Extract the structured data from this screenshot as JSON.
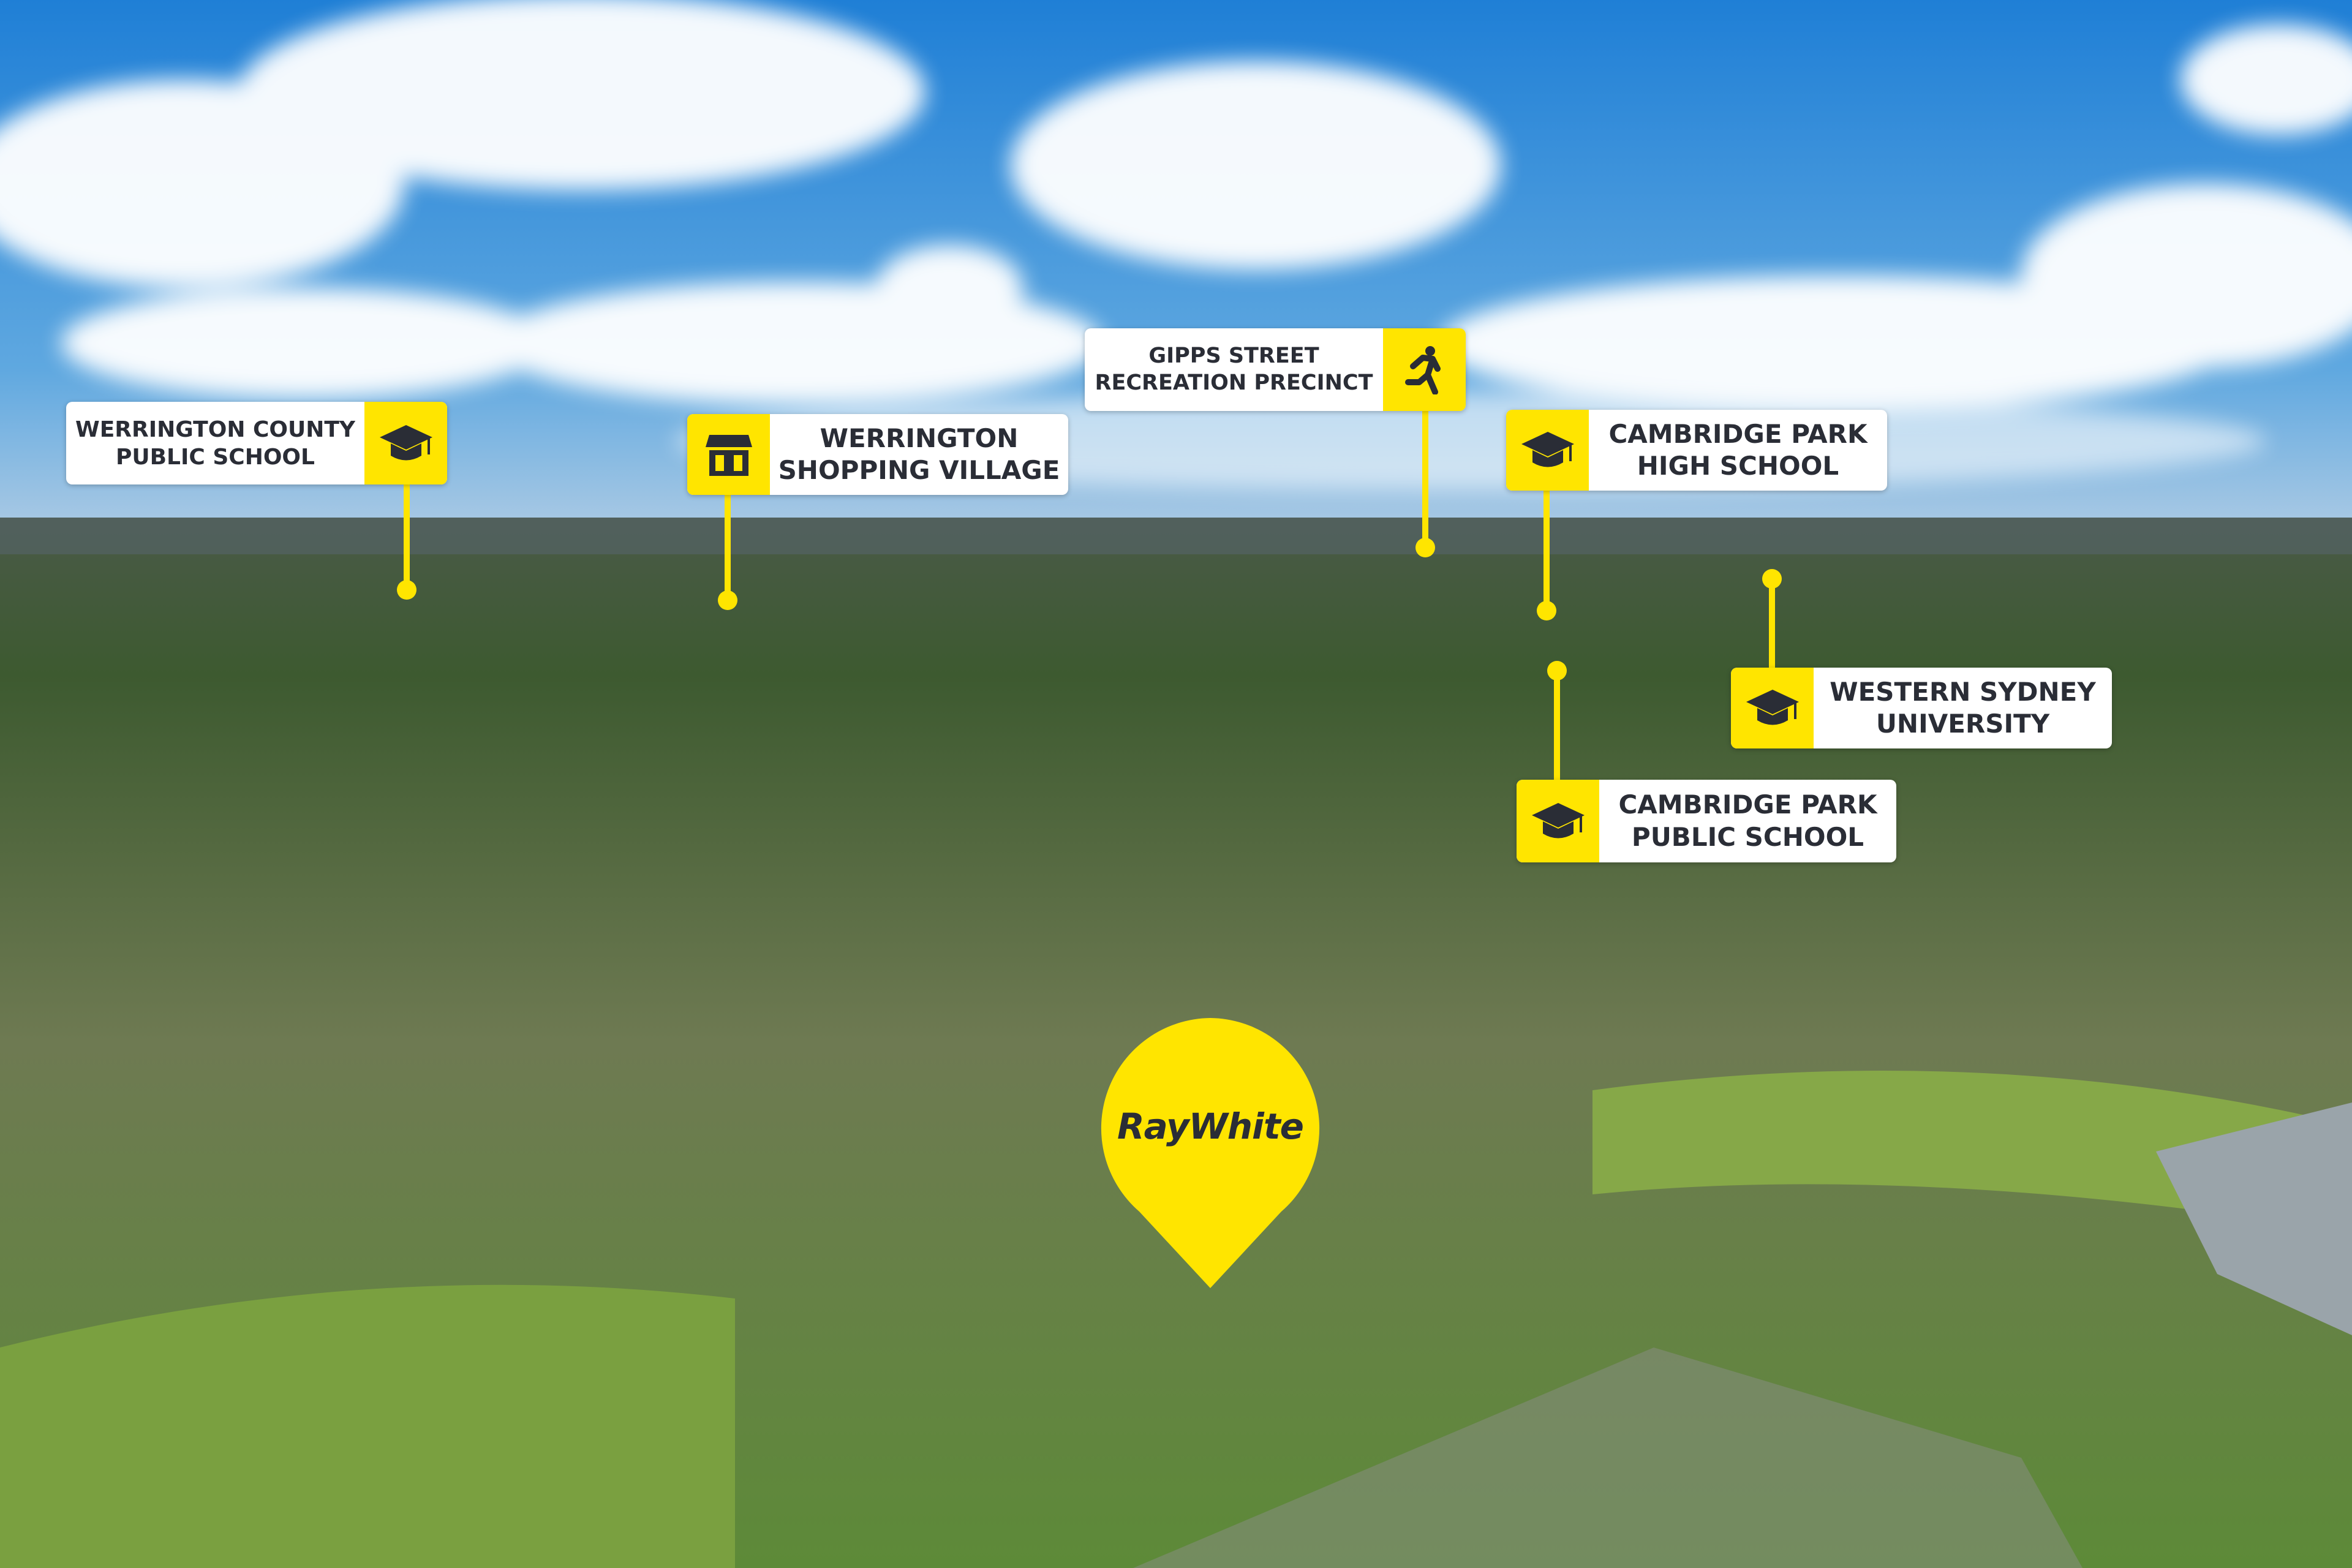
{
  "brand": {
    "name": "RayWhite",
    "color": "#ffe500",
    "text_color": "#2a2d36"
  },
  "labels": [
    {
      "text": "WERRINGTON COUNTY\nPUBLIC SCHOOL",
      "icon": "graduation-cap-icon"
    },
    {
      "text": "WERRINGTON\nSHOPPING VILLAGE",
      "icon": "shop-icon"
    },
    {
      "text": "GIPPS STREET\nRECREATION PRECINCT",
      "icon": "running-person-icon"
    },
    {
      "text": "CAMBRIDGE PARK\nHIGH SCHOOL",
      "icon": "graduation-cap-icon"
    },
    {
      "text": "WESTERN SYDNEY\nUNIVERSITY",
      "icon": "graduation-cap-icon"
    },
    {
      "text": "CAMBRIDGE PARK\nPUBLIC SCHOOL",
      "icon": "graduation-cap-icon"
    }
  ]
}
